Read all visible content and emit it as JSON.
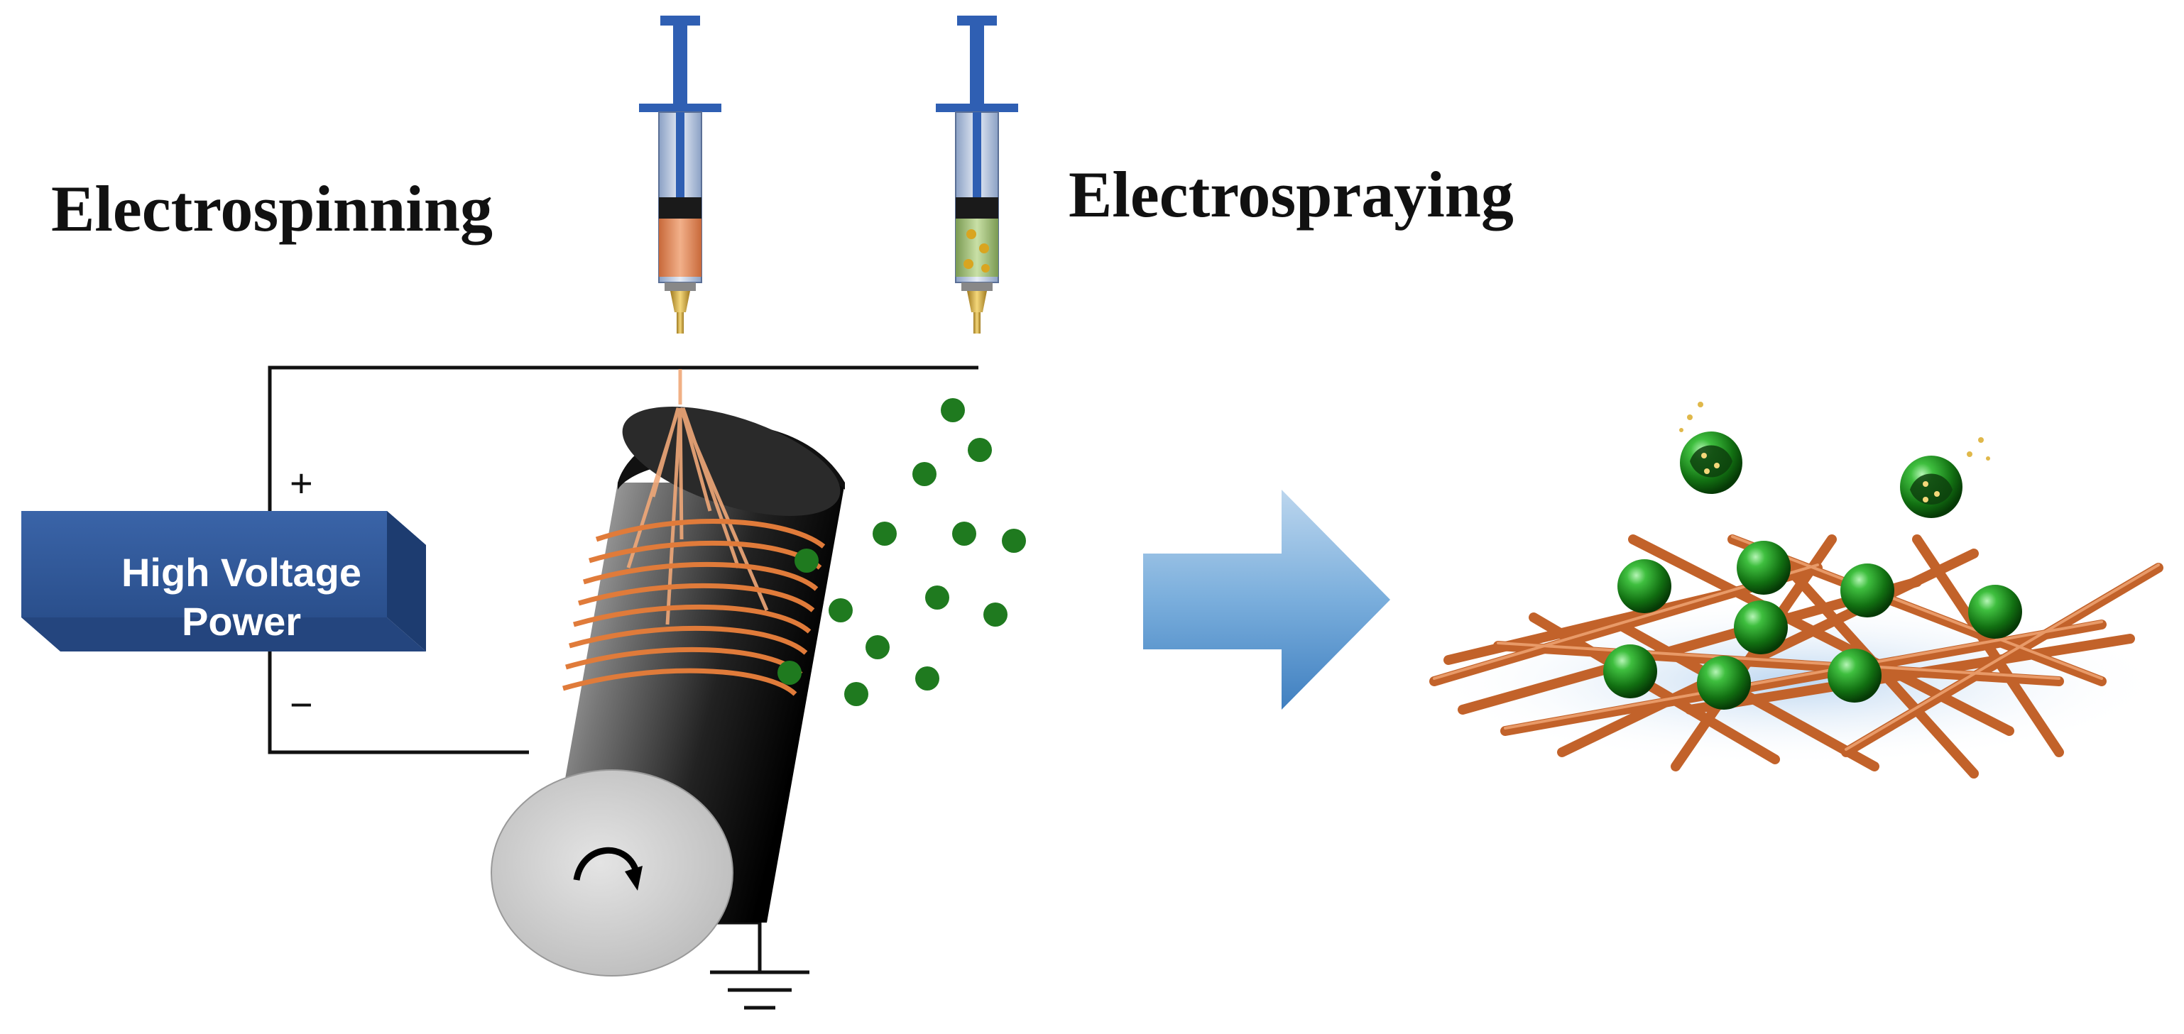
{
  "labels": {
    "electrospinning": "Electrospinning",
    "electrospraying": "Electrospraying",
    "power_line1": "High Voltage",
    "power_line2": "Power",
    "plus": "+",
    "minus": "−"
  },
  "colors": {
    "fiber": "#e07b3a",
    "fiber_dark": "#8a4418",
    "particle": "#1f7a1f",
    "particle_light": "#5fd35f",
    "syringe_blue": "#2f5fb3",
    "power_box": "#2f5597",
    "arrow": "#5b9bd5",
    "drum_dark": "#1a1a1a",
    "drum_face": "#d0d0d0"
  },
  "icons": [
    "syringe-icon",
    "rotation-arrow-icon",
    "ground-symbol-icon",
    "process-arrow-icon"
  ]
}
